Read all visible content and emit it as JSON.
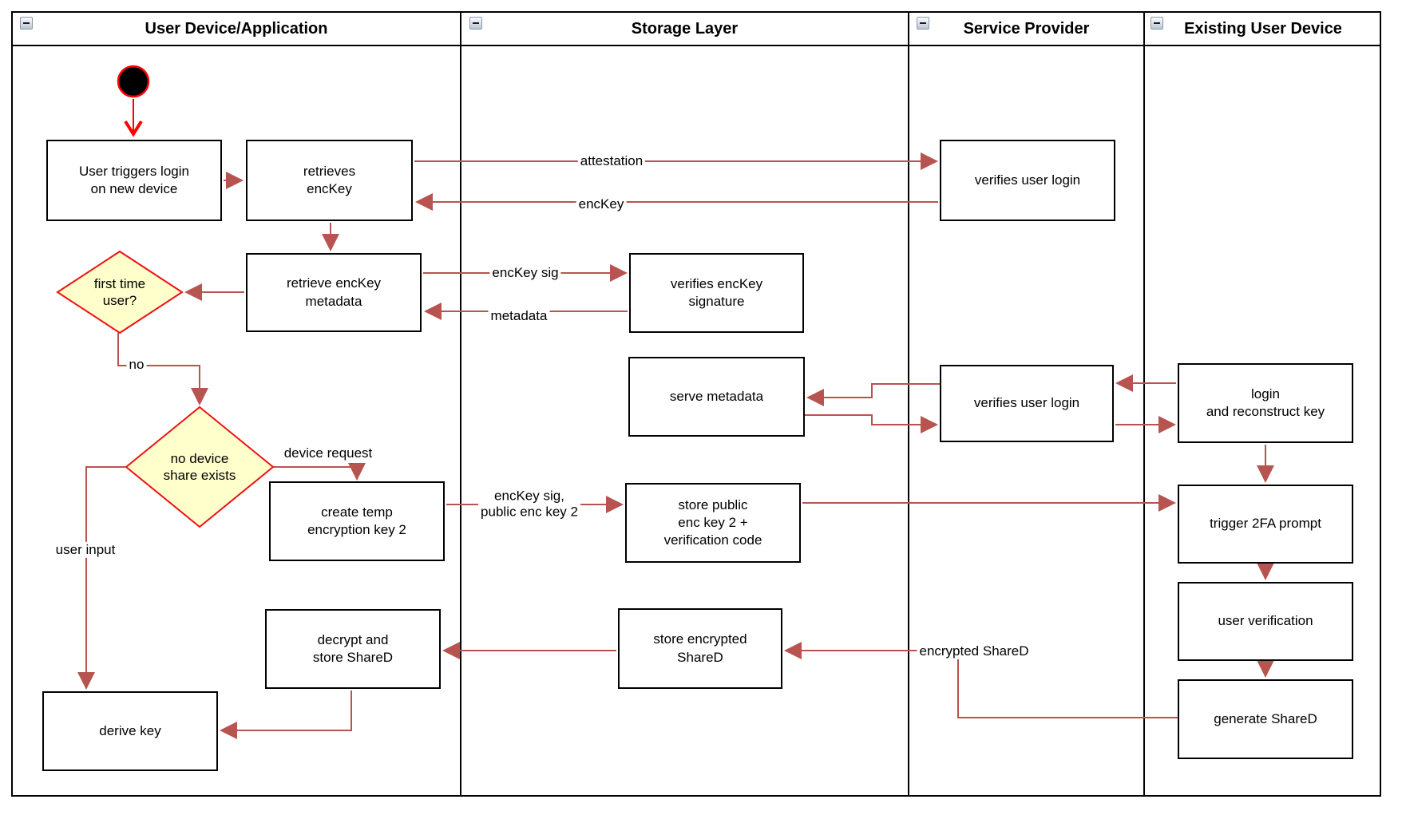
{
  "lanes": [
    {
      "title": "User Device/Application"
    },
    {
      "title": "Storage Layer"
    },
    {
      "title": "Service Provider"
    },
    {
      "title": "Existing User Device"
    }
  ],
  "nodes": {
    "user_triggers_login": {
      "label": "User triggers login\non new device"
    },
    "retrieves_enckey": {
      "label": "retrieves\nencKey"
    },
    "sp_verifies_login_top": {
      "label": "verifies user login"
    },
    "retrieve_enckey_metadata": {
      "label": "retrieve encKey\nmetadata"
    },
    "verifies_enckey_signature": {
      "label": "verifies encKey\nsignature"
    },
    "serve_metadata": {
      "label": "serve metadata"
    },
    "sp_verifies_login_mid": {
      "label": "verifies user login"
    },
    "login_reconstruct_key": {
      "label": "login\nand reconstruct key"
    },
    "create_temp_key2": {
      "label": "create temp\nencryption key 2"
    },
    "store_public_key2": {
      "label": "store public\nenc key 2 +\nverification code"
    },
    "trigger_2fa_prompt": {
      "label": "trigger 2FA prompt"
    },
    "user_verification": {
      "label": "user verification"
    },
    "store_encrypted_shared": {
      "label": "store encrypted\nShareD"
    },
    "decrypt_store_shared": {
      "label": "decrypt and\nstore ShareD"
    },
    "generate_shared": {
      "label": "generate ShareD"
    },
    "derive_key": {
      "label": "derive key"
    }
  },
  "decisions": {
    "first_time_user": {
      "label": "first time\nuser?"
    },
    "no_device_share": {
      "label": "no device\nshare exists"
    }
  },
  "edge_labels": {
    "attestation": "attestation",
    "enckey": "encKey",
    "enckey_sig": "encKey sig",
    "metadata": "metadata",
    "no": "no",
    "device_request": "device request",
    "enckey_sig_public": "encKey sig,\npublic enc key 2",
    "user_input": "user input",
    "encrypted_shared": "encrypted ShareD"
  },
  "colors": {
    "arrow": "#B85450",
    "start_arrow": "#FF0000",
    "decision_fill": "#FFFFCC",
    "decision_stroke": "#EE1111",
    "node_border": "#000000",
    "start_node_fill": "#000000"
  }
}
